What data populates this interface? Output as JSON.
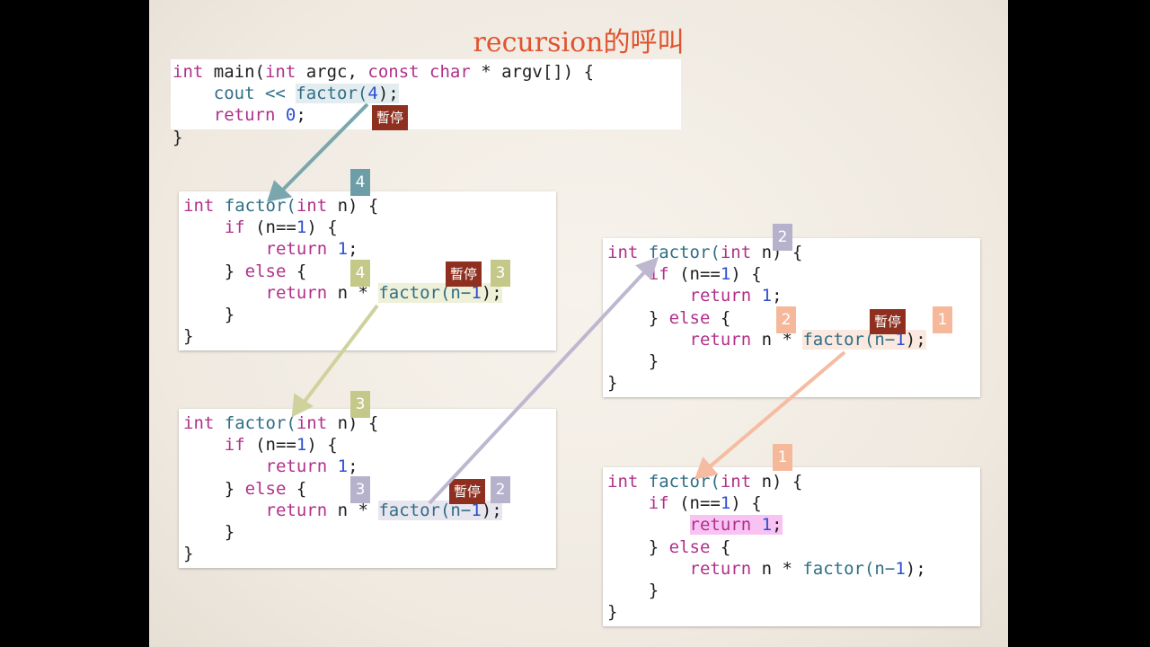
{
  "title": "recursion的呼叫",
  "pause_label": "暫停",
  "main_code": {
    "kw_int": "int",
    "main_sig": " main(",
    "kw_int2": "int",
    "argc": " argc, ",
    "kw_const": "const",
    "sp": " ",
    "kw_char": "char",
    "argv": " * argv[]) {",
    "indent": "    ",
    "cout": "cout << ",
    "factor_call": "factor(",
    "arg": "4",
    "close_call": ");",
    "kw_return": "return",
    "zero": "0",
    "semi": ";",
    "close_brace": "}"
  },
  "factor_code": {
    "kw_int": "int",
    "fn_name": " factor(",
    "n_param": " n) {",
    "kw_if": "if",
    "cond_open": " (n==",
    "one": "1",
    "cond_close": ") {",
    "kw_return": "return",
    "ret_space": " ",
    "semi": ";",
    "else_close": "} ",
    "kw_else": "else",
    "else_open": " {",
    "n_times": " n * ",
    "factor_call": "factor(n−",
    "call_close": ");",
    "brace": "}"
  },
  "badges": {
    "call4": "4",
    "call3": "3",
    "call2": "2",
    "call1": "1"
  },
  "colors": {
    "teal": "#6d9ea7",
    "green": "#c4c98a",
    "purple": "#b7b2cb",
    "orange": "#f6b89a",
    "title": "#e0542f",
    "pause_bg": "#8e2f1f",
    "pink_highlight": "#f8c3f3"
  }
}
